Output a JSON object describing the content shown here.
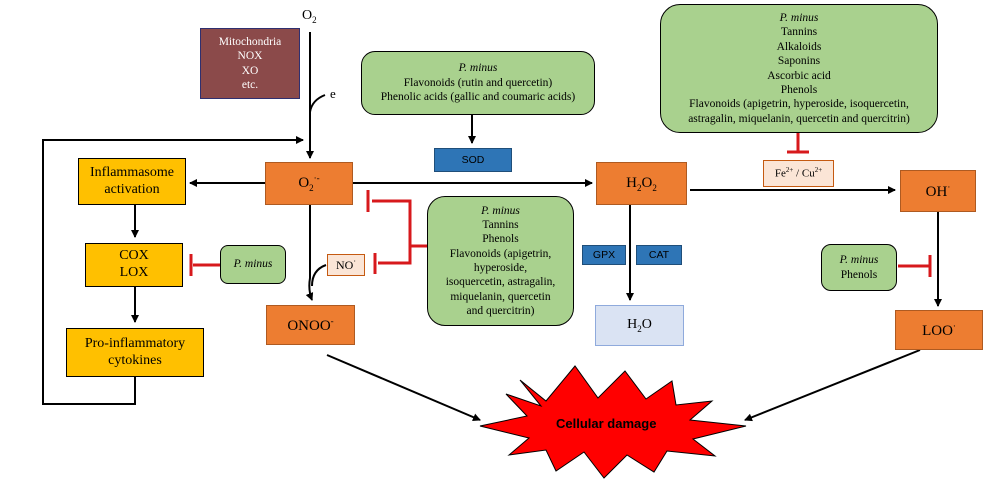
{
  "source": {
    "species": "O",
    "sub": "2"
  },
  "electron_label": "e",
  "ros_sources": [
    "Mitochondria",
    "NOX",
    "XO",
    "etc."
  ],
  "superoxide": {
    "species": "O",
    "sub": "2",
    "sup": "·-"
  },
  "hydrogen_peroxide": {
    "species": "H",
    "sub1": "2",
    "mid": "O",
    "sub2": "2"
  },
  "hydroxyl": {
    "species": "OH",
    "sup": "·"
  },
  "peroxynitrite": {
    "species": "ONOO",
    "sup": "-"
  },
  "peroxyl": {
    "species": "LOO",
    "sup": "·"
  },
  "nitric_oxide": {
    "species": "NO",
    "sup": "·"
  },
  "water": {
    "species": "H",
    "sub": "2",
    "tail": "O"
  },
  "metal_ions": {
    "a": "Fe",
    "a_sup": "2+",
    "sep": " / Cu",
    "b_sup": "2+"
  },
  "enzymes": {
    "sod": "SOD",
    "gpx": "GPX",
    "cat": "CAT"
  },
  "inflammation": {
    "inflammasome": [
      "Inflammasome",
      "activation"
    ],
    "cox_lox": [
      "COX",
      "LOX"
    ],
    "cytokines": [
      "Pro-inflammatory",
      "cytokines"
    ]
  },
  "pminus_sod": {
    "name": "P. minus",
    "lines": [
      "Flavonoids (rutin and quercetin)",
      "Phenolic acids (gallic and coumaric acids)"
    ]
  },
  "pminus_metal": {
    "name": "P. minus",
    "lines": [
      "Tannins",
      "Alkaloids",
      "Saponins",
      "Ascorbic acid",
      "Phenols",
      "Flavonoids (apigetrin, hyperoside, isoquercetin,",
      "astragalin, miquelanin, quercetin and quercitrin)"
    ]
  },
  "pminus_center": {
    "name": "P. minus",
    "lines": [
      "Tannins",
      "Phenols",
      "Flavonoids (apigetrin,",
      "hyperoside,",
      "isoquercetin, astragalin,",
      "miquelanin, quercetin",
      "and quercitrin)"
    ]
  },
  "pminus_cox": {
    "name": "P. minus"
  },
  "pminus_phenols": {
    "name": "P. minus",
    "lines": [
      "Phenols"
    ]
  },
  "damage_label": "Cellular damage",
  "colors": {
    "ros_box": "#ed7d31",
    "inflammation_box": "#ffc000",
    "extract_box": "#a9d18e",
    "enzyme_box": "#2e75b6",
    "inhibition": "#d7191c",
    "damage_burst": "#ff0000"
  }
}
